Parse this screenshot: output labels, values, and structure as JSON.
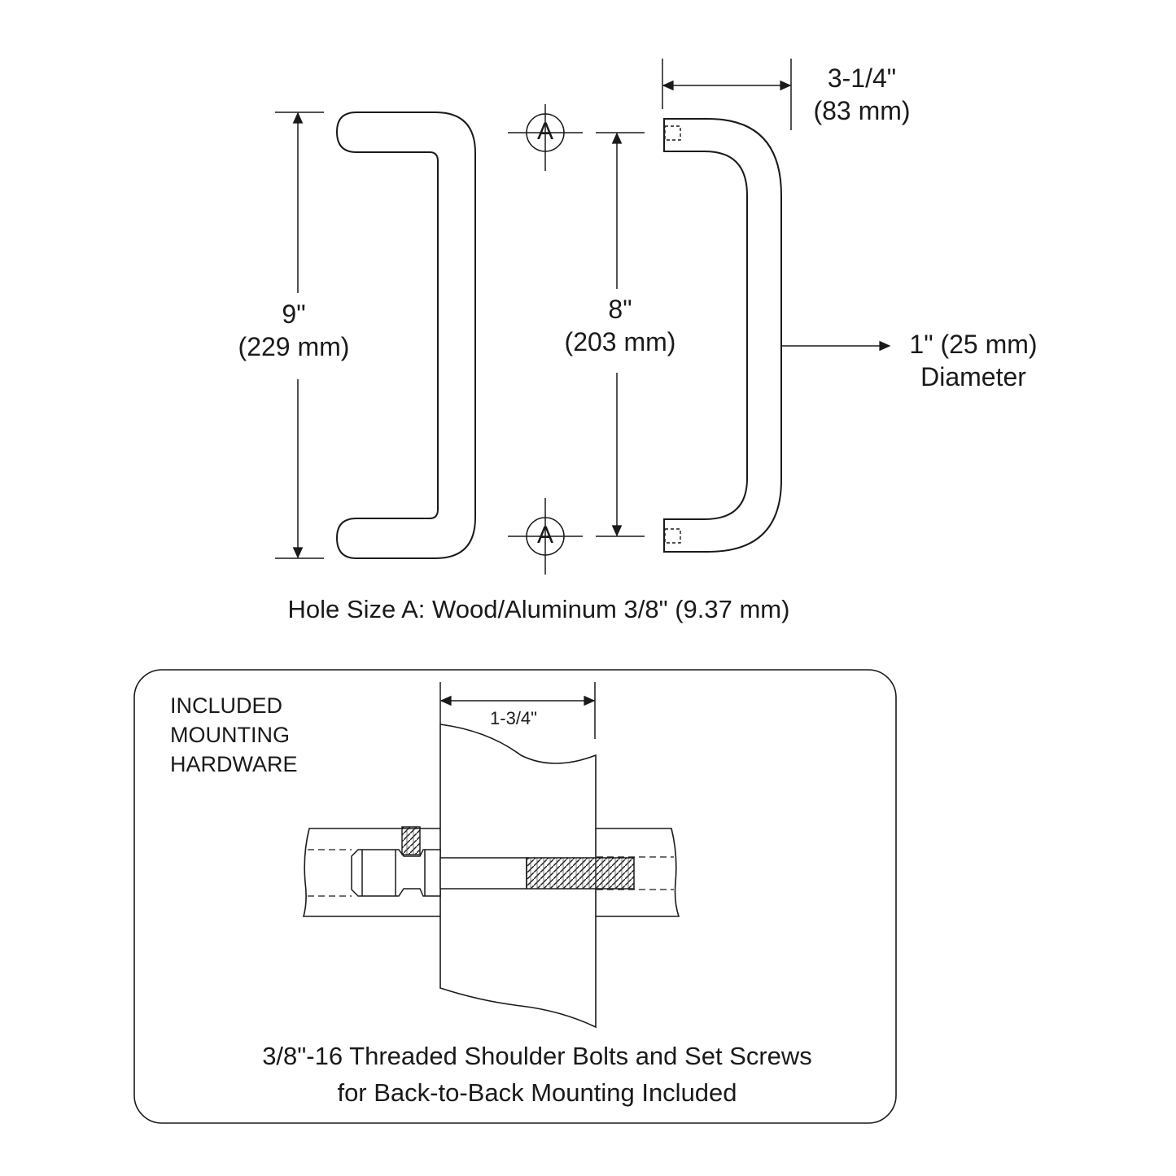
{
  "dimensions": {
    "overall_height": {
      "value": "9\"",
      "metric": "(229 mm)"
    },
    "center_to_center": {
      "value": "8\"",
      "metric": "(203 mm)"
    },
    "projection": {
      "value": "3-1/4\"",
      "metric": "(83 mm)"
    },
    "diameter": {
      "value": "1\" (25 mm)",
      "label": "Diameter"
    }
  },
  "hole_marker": "A",
  "hole_note": "Hole Size A: Wood/Aluminum 3/8\" (9.37 mm)",
  "hardware_box": {
    "title_lines": [
      "INCLUDED",
      "MOUNTING",
      "HARDWARE"
    ],
    "door_thickness": "1-3/4\"",
    "caption_lines": [
      "3/8\"-16 Threaded Shoulder Bolts and Set Screws",
      "for Back-to-Back Mounting Included"
    ]
  },
  "colors": {
    "line": "#1a1a1a",
    "background": "#ffffff"
  }
}
